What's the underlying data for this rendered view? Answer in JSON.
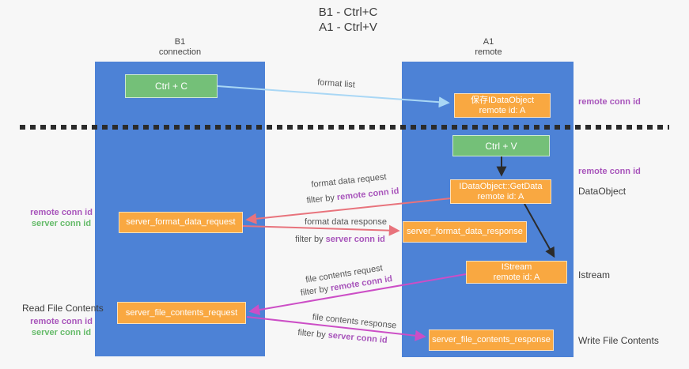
{
  "colors": {
    "bg": "#f7f7f7",
    "column-blue": "#4d82d6",
    "box-green": "#74c078",
    "box-orange": "#f9a841",
    "arrow-blue": "#a9d7f5",
    "arrow-black": "#2b2b2b",
    "arrow-salmon": "#e8737c",
    "arrow-magenta": "#cc4ec6",
    "text-purple": "#a855bb",
    "text-green": "#66bb6a",
    "text-dark": "#3c3c3c"
  },
  "title": {
    "line1": "B1 - Ctrl+C",
    "line2": "A1 - Ctrl+V"
  },
  "columns": {
    "left": {
      "title": "B1",
      "subtitle": "connection"
    },
    "right": {
      "title": "A1",
      "subtitle": "remote"
    }
  },
  "nodes": {
    "ctrl_c": {
      "label": "Ctrl + C"
    },
    "save_idataobject": {
      "line1": "保存IDataObject",
      "line2": "remote id: A"
    },
    "ctrl_v": {
      "label": "Ctrl + V"
    },
    "getdata": {
      "line1": "IDataObject::GetData",
      "line2": "remote id: A"
    },
    "format_request": {
      "label": "server_format_data_request"
    },
    "format_response": {
      "label": "server_format_data_response"
    },
    "istream": {
      "line1": "IStream",
      "line2": "remote id: A"
    },
    "file_request": {
      "label": "server_file_contents_request"
    },
    "file_response": {
      "label": "server_file_contents_response"
    }
  },
  "side_labels": {
    "right_remote_conn_top": "remote conn id",
    "right_remote_conn_mid": "remote conn id",
    "right_dataobject": "DataObject",
    "right_istream": "Istream",
    "right_write_file": "Write File Contents",
    "left_remote_conn_1": "remote conn id",
    "left_server_conn_1": "server conn id",
    "left_read_file": "Read File Contents",
    "left_remote_conn_2": "remote conn id",
    "left_server_conn_2": "server conn id"
  },
  "arrow_labels": {
    "format_list": "format list",
    "format_data_request": "format data request",
    "format_data_response": "format data response",
    "file_contents_request": "file contents request",
    "file_contents_response": "file contents response",
    "filter_by": "filter by ",
    "remote_conn_id": "remote conn id",
    "server_conn_id": "server conn id"
  }
}
